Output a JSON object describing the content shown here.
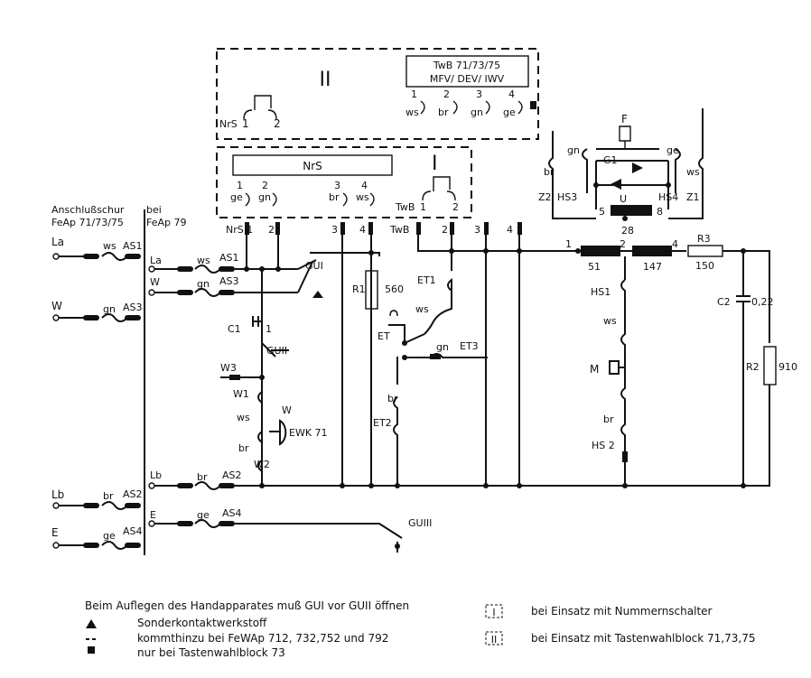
{
  "blocks": {
    "block_II": {
      "numeral": "II",
      "nrs_label": "NrS",
      "nrs_pins": [
        "1",
        "2"
      ],
      "twb_title_line1": "TwB 71/73/75",
      "twb_title_line2": "MFV/ DEV/ IWV",
      "twb_pins": [
        "1",
        "2",
        "3",
        "4"
      ],
      "twb_wires": [
        "ws",
        "br",
        "gn",
        "ge"
      ]
    },
    "block_I": {
      "numeral": "I",
      "nrs_box": "NrS",
      "nrs_pins": [
        "1",
        "2",
        "3",
        "4"
      ],
      "nrs_wires": [
        "ge",
        "gn",
        "br",
        "ws"
      ],
      "twb_label": "TwB",
      "twb_pins": [
        "1",
        "2"
      ]
    }
  },
  "header": {
    "anschluss_line1": "Anschlußschur",
    "anschluss_line2": "FeAp 71/73/75",
    "bei_line1": "bei",
    "bei_line2": "FeAp 79"
  },
  "terminals": {
    "top_row": [
      "NrS 1",
      "2",
      "3",
      "4",
      "TwB",
      "2",
      "3",
      "4"
    ],
    "left": [
      {
        "name": "La",
        "wire": "ws",
        "as": "AS1",
        "inner": "La",
        "inner_wire": "ws",
        "inner_as": "AS1"
      },
      {
        "name": "W",
        "wire": "gn",
        "as": "AS3",
        "inner": "W",
        "inner_wire": "gn",
        "inner_as": "AS3"
      },
      {
        "name": "Lb",
        "wire": "br",
        "as": "AS2",
        "inner": "Lb",
        "inner_wire": "br",
        "inner_as": "AS2"
      },
      {
        "name": "E",
        "wire": "ge",
        "as": "AS4",
        "inner": "E",
        "inner_wire": "ge",
        "inner_as": "AS4"
      }
    ]
  },
  "components": {
    "gu1": "GUI",
    "gu2": "GUII",
    "gu3": "GUIII",
    "c1": "C1",
    "c1_value": "1",
    "w3": "W3",
    "w1": "W1",
    "w2": "W2",
    "w": "W",
    "w_ws": "ws",
    "w_br": "br",
    "ewk": "EWK 71",
    "r1": "R1",
    "r1_value": "560",
    "et": "ET",
    "et1": "ET1",
    "et1_wire": "ws",
    "et2": "ET2",
    "et2_wire": "br",
    "et3": "ET3",
    "et3_wire": "gn",
    "f": "F",
    "g1": "G1",
    "u": "U",
    "u_left": "5",
    "u_right": "8",
    "u_under": "28",
    "hs3": "HS3",
    "hs3_wire": "gn",
    "hs3_br": "br",
    "z2": "Z2",
    "hs4": "HS4",
    "hs4_wire": "ge",
    "hs4_ws": "ws",
    "z1": "Z1",
    "coil_pins": [
      "1",
      "2",
      "4"
    ],
    "coil1": "51",
    "coil2": "147",
    "r3": "R3",
    "r3_value": "150",
    "c2": "C2",
    "c2_value": "0,22",
    "r2": "R2",
    "r2_value": "910",
    "hs1": "HS1",
    "hs1_wire": "ws",
    "m": "M",
    "hs2": "HS 2",
    "hs2_wire": "br"
  },
  "notes": {
    "main": "Beim Auflegen des Handapparates muß GUI vor GUII öffnen",
    "triangle_text": "Sonderkontaktwerkstoff",
    "dash_text": "kommthinzu bei FeWAp 712, 732,752 und 792",
    "square_text": "nur bei Tastenwahlblock 73",
    "box1_text": "bei Einsatz mit Nummernschalter",
    "box2_text": "bei Einsatz mit Tastenwahlblock 71,73,75",
    "box1_symbol": "I",
    "box2_symbol": "II"
  }
}
